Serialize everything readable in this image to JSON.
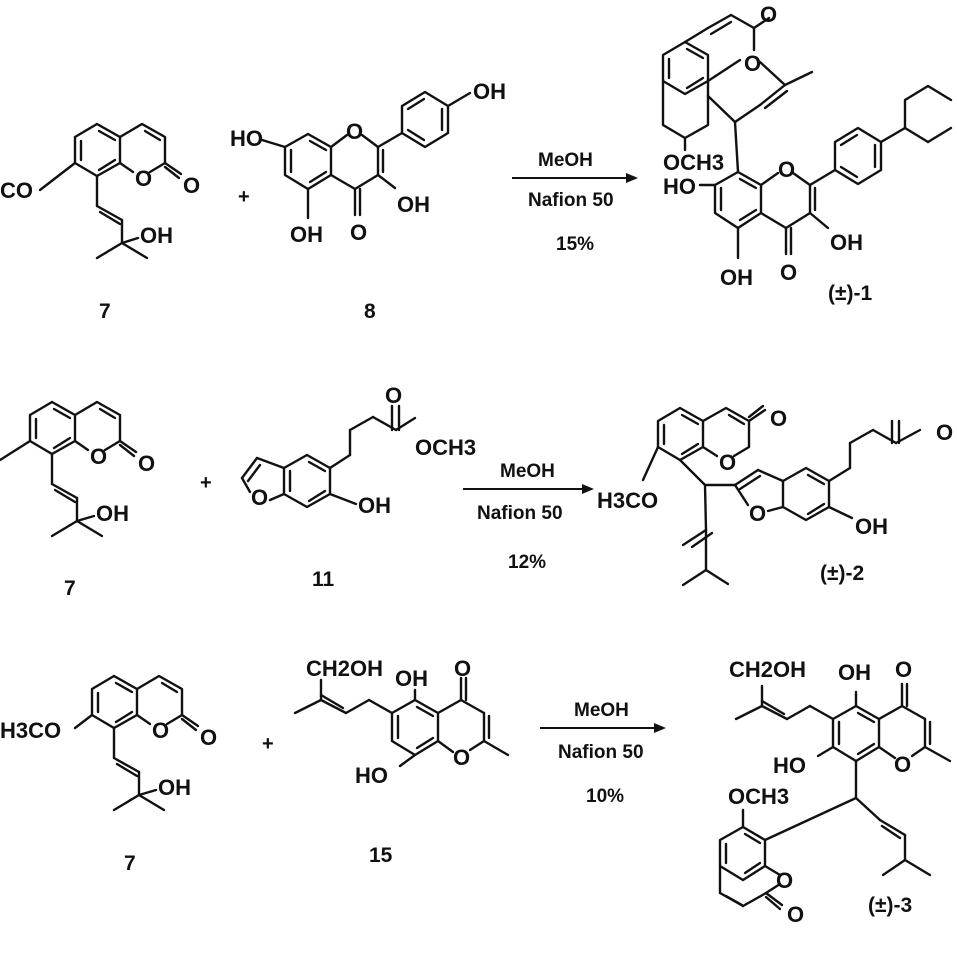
{
  "reactions": [
    {
      "reactant1_label": "7",
      "reactant2_label": "8",
      "product_label": "(±)-1",
      "plus": "+",
      "conditions": [
        "MeOH",
        "Nafion 50",
        "15%"
      ],
      "atoms": {
        "r1_oxy": "CO",
        "r1_oh": "OH",
        "r1_o_ring": "O",
        "r1_o_carbonyl": "O",
        "r2_oh_top": "OH",
        "r2_oh_left": "HO",
        "r2_o_ring": "O",
        "r2_oh_right": "OH",
        "r2_oh_bottom": "OH",
        "r2_o_carbonyl": "O",
        "p_o_top": "O",
        "p_o_ring1": "O",
        "p_och3": "OCH3",
        "p_ho": "HO",
        "p_o_ring2": "O",
        "p_oh_right": "OH",
        "p_oh_bottom": "OH",
        "p_o_carbonyl": "O"
      }
    },
    {
      "reactant1_label": "7",
      "reactant2_label": "11",
      "product_label": "(±)-2",
      "plus": "+",
      "conditions": [
        "MeOH",
        "Nafion 50",
        "12%"
      ],
      "atoms": {
        "r1_o_ring": "O",
        "r1_o_carbonyl": "O",
        "r1_oh": "OH",
        "r2_o_carbonyl": "O",
        "r2_och3": "OCH3",
        "r2_o_furan": "O",
        "r2_oh": "OH",
        "p_o_carbonyl": "O",
        "p_o_ring": "O",
        "p_h3co": "H3CO",
        "p_o_furan": "O",
        "p_oh": "OH",
        "p_o_ester": "O"
      }
    },
    {
      "reactant1_label": "7",
      "reactant2_label": "15",
      "product_label": "(±)-3",
      "plus": "+",
      "conditions": [
        "MeOH",
        "Nafion 50",
        "10%"
      ],
      "atoms": {
        "r1_h3co": "H3CO",
        "r1_o_ring": "O",
        "r1_o_carbonyl": "O",
        "r1_oh": "OH",
        "r2_ch2oh": "CH2OH",
        "r2_oh_top": "OH",
        "r2_o_carbonyl": "O",
        "r2_ho": "HO",
        "r2_o_ring": "O",
        "p_ch2oh": "CH2OH",
        "p_oh_top": "OH",
        "p_o_carbonyl": "O",
        "p_ho": "HO",
        "p_o_ring1": "O",
        "p_och3": "OCH3",
        "p_o_ring2": "O",
        "p_o_carbonyl2": "O"
      }
    }
  ]
}
